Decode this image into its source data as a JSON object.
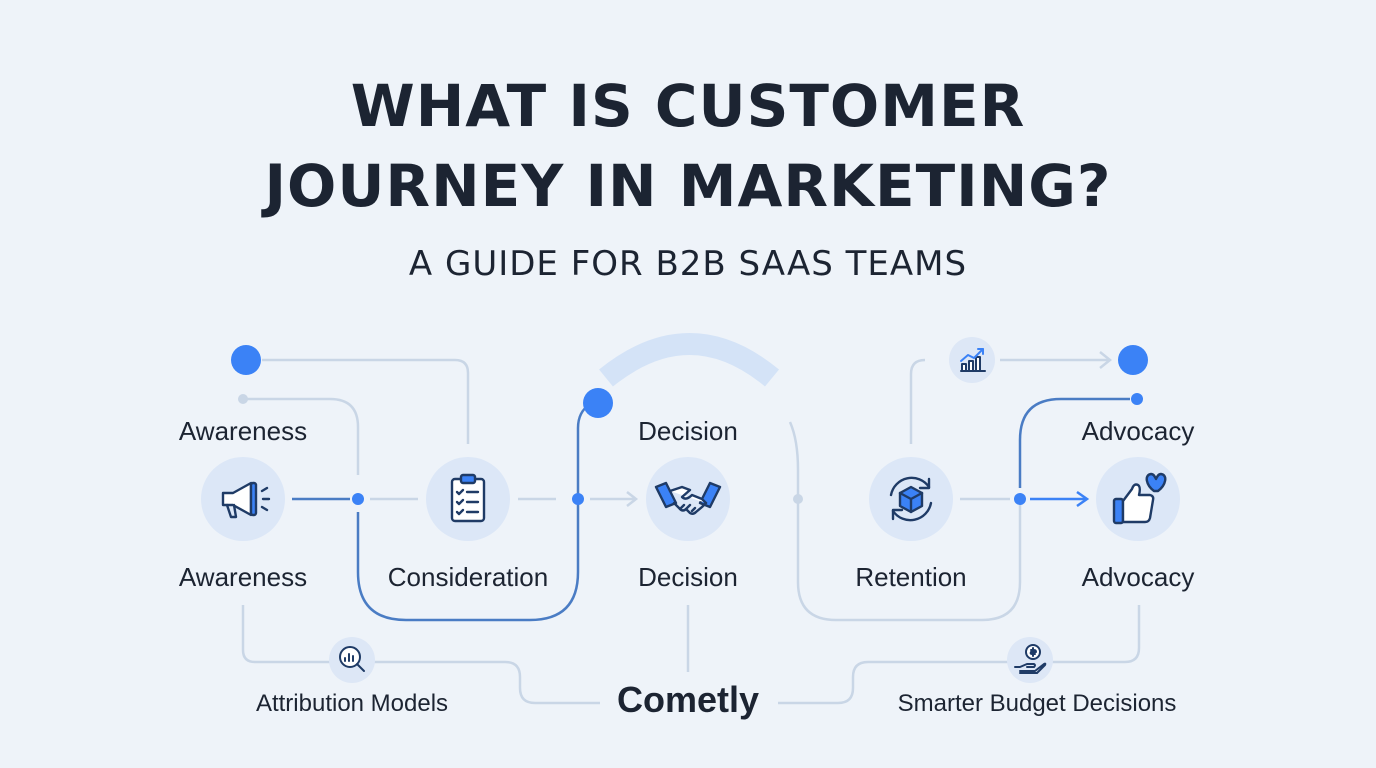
{
  "header": {
    "title_line1": "WHAT IS CUSTOMER",
    "title_line2": "JOURNEY IN MARKETING?",
    "subtitle": "A GUIDE FOR B2B SAAS TEAMS"
  },
  "stages": {
    "awareness": {
      "top_label": "Awareness",
      "bottom_label": "Awareness",
      "icon": "megaphone-icon"
    },
    "consideration": {
      "bottom_label": "Consideration",
      "icon": "checklist-icon"
    },
    "decision": {
      "top_label": "Decision",
      "bottom_label": "Decision",
      "icon": "handshake-icon"
    },
    "retention": {
      "bottom_label": "Retention",
      "icon": "cycle-box-icon"
    },
    "advocacy": {
      "top_label": "Advocacy",
      "bottom_label": "Advocacy",
      "icon": "thumbs-up-heart-icon"
    }
  },
  "footer": {
    "left_label": "Attribution Models",
    "brand": "Cometly",
    "right_label": "Smarter Budget Decisions",
    "left_icon": "chart-magnifier-icon",
    "right_icon": "hand-money-icon",
    "growth_icon": "growth-chart-icon"
  },
  "colors": {
    "background": "#eef3f9",
    "accent": "#3b82f6",
    "connector_dark": "#4a7cc4",
    "connector_light": "#c9d6e6",
    "icon_bg": "#dce7f7",
    "text": "#1c2432"
  }
}
